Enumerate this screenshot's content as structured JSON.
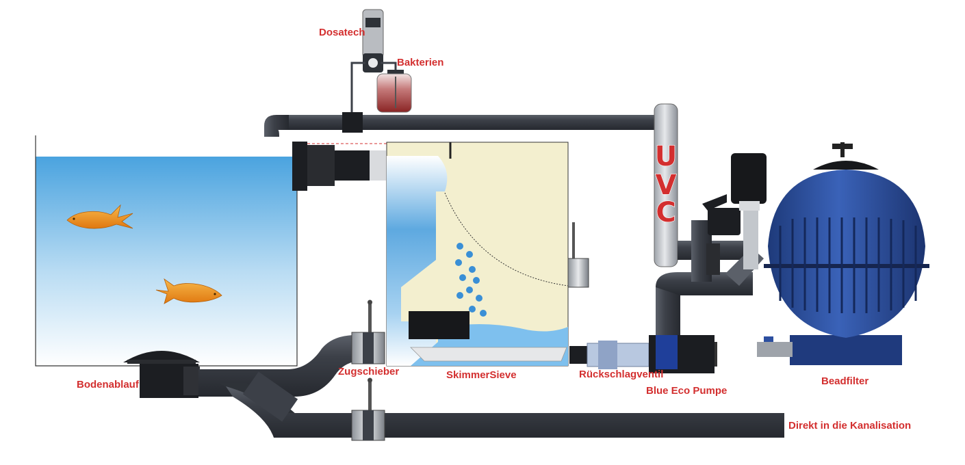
{
  "labels": {
    "dosatech": "Dosatech",
    "bakterien": "Bakterien",
    "uvc": [
      "U",
      "V",
      "C"
    ],
    "bodenablauf": "Bodenablauf",
    "zugschieber": "Zugschieber",
    "skimmersieve": "SkimmerSieve",
    "rueckschlagventil": "Rückschlagventil",
    "blue_eco_pumpe": "Blue Eco Pumpe",
    "beadfilter": "Beadfilter",
    "kanalisation": "Direkt in die Kanalisation"
  },
  "colors": {
    "label_red": "#d32f2f",
    "pipe_dark": "#3c4048",
    "water_blue": "#4aa3df",
    "filter_blue": "#2c4fa0",
    "sieve_cream": "#f3efcf",
    "fish_orange": "#f29a1e"
  },
  "icons": [
    "fish-icon",
    "water-drop-icon",
    "valve-handle-icon",
    "dosing-pump-icon",
    "bacteria-bottle-icon"
  ]
}
